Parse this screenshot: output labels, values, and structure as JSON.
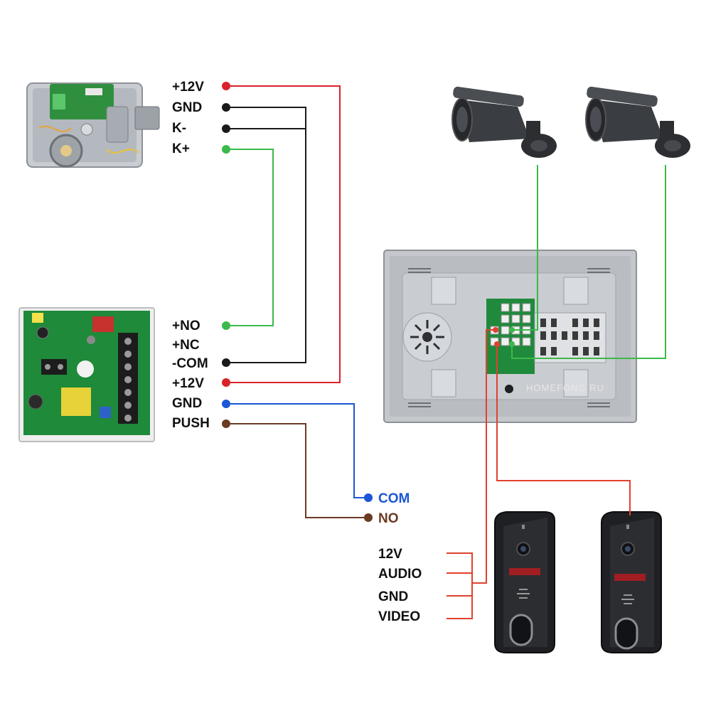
{
  "lock_terminals": [
    "+12V",
    "GND",
    "K-",
    "K+"
  ],
  "psu_terminals": [
    "+NO",
    "+NC",
    "-COM",
    "+12V",
    "GND",
    "PUSH"
  ],
  "exit_button_terminals": [
    "COM",
    "NO"
  ],
  "doorbell_terminals": [
    "12V",
    "AUDIO",
    "GND",
    "VIDEO"
  ],
  "monitor": {
    "brand": "HOMEFONG RU"
  },
  "colors": {
    "red": "#d8232a",
    "black": "#1a1a1a",
    "green": "#3cb94a",
    "blue": "#1a56d6",
    "brown": "#6b3a22",
    "doorbell_wire": "#e0412f"
  }
}
